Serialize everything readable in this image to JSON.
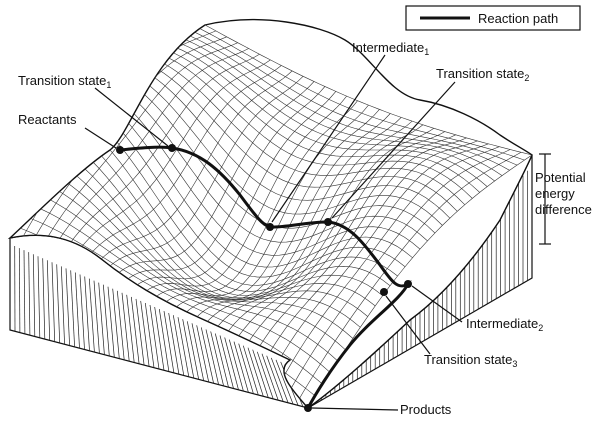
{
  "legend": {
    "label": "Reaction path"
  },
  "labels": {
    "transition_state_1": {
      "main": "Transition state",
      "sub": "1"
    },
    "reactants": {
      "main": "Reactants"
    },
    "intermediate_1": {
      "main": "Intermediate",
      "sub": "1"
    },
    "transition_state_2": {
      "main": "Transition state",
      "sub": "2"
    },
    "intermediate_2": {
      "main": "Intermediate",
      "sub": "2"
    },
    "transition_state_3": {
      "main": "Transition state",
      "sub": "3"
    },
    "products": {
      "main": "Products"
    }
  },
  "energy_bracket": {
    "line1": "Potential",
    "line2": "energy",
    "line3": "difference"
  },
  "colors": {
    "ink": "#111111",
    "mesh": "#333333",
    "background": "#ffffff"
  }
}
